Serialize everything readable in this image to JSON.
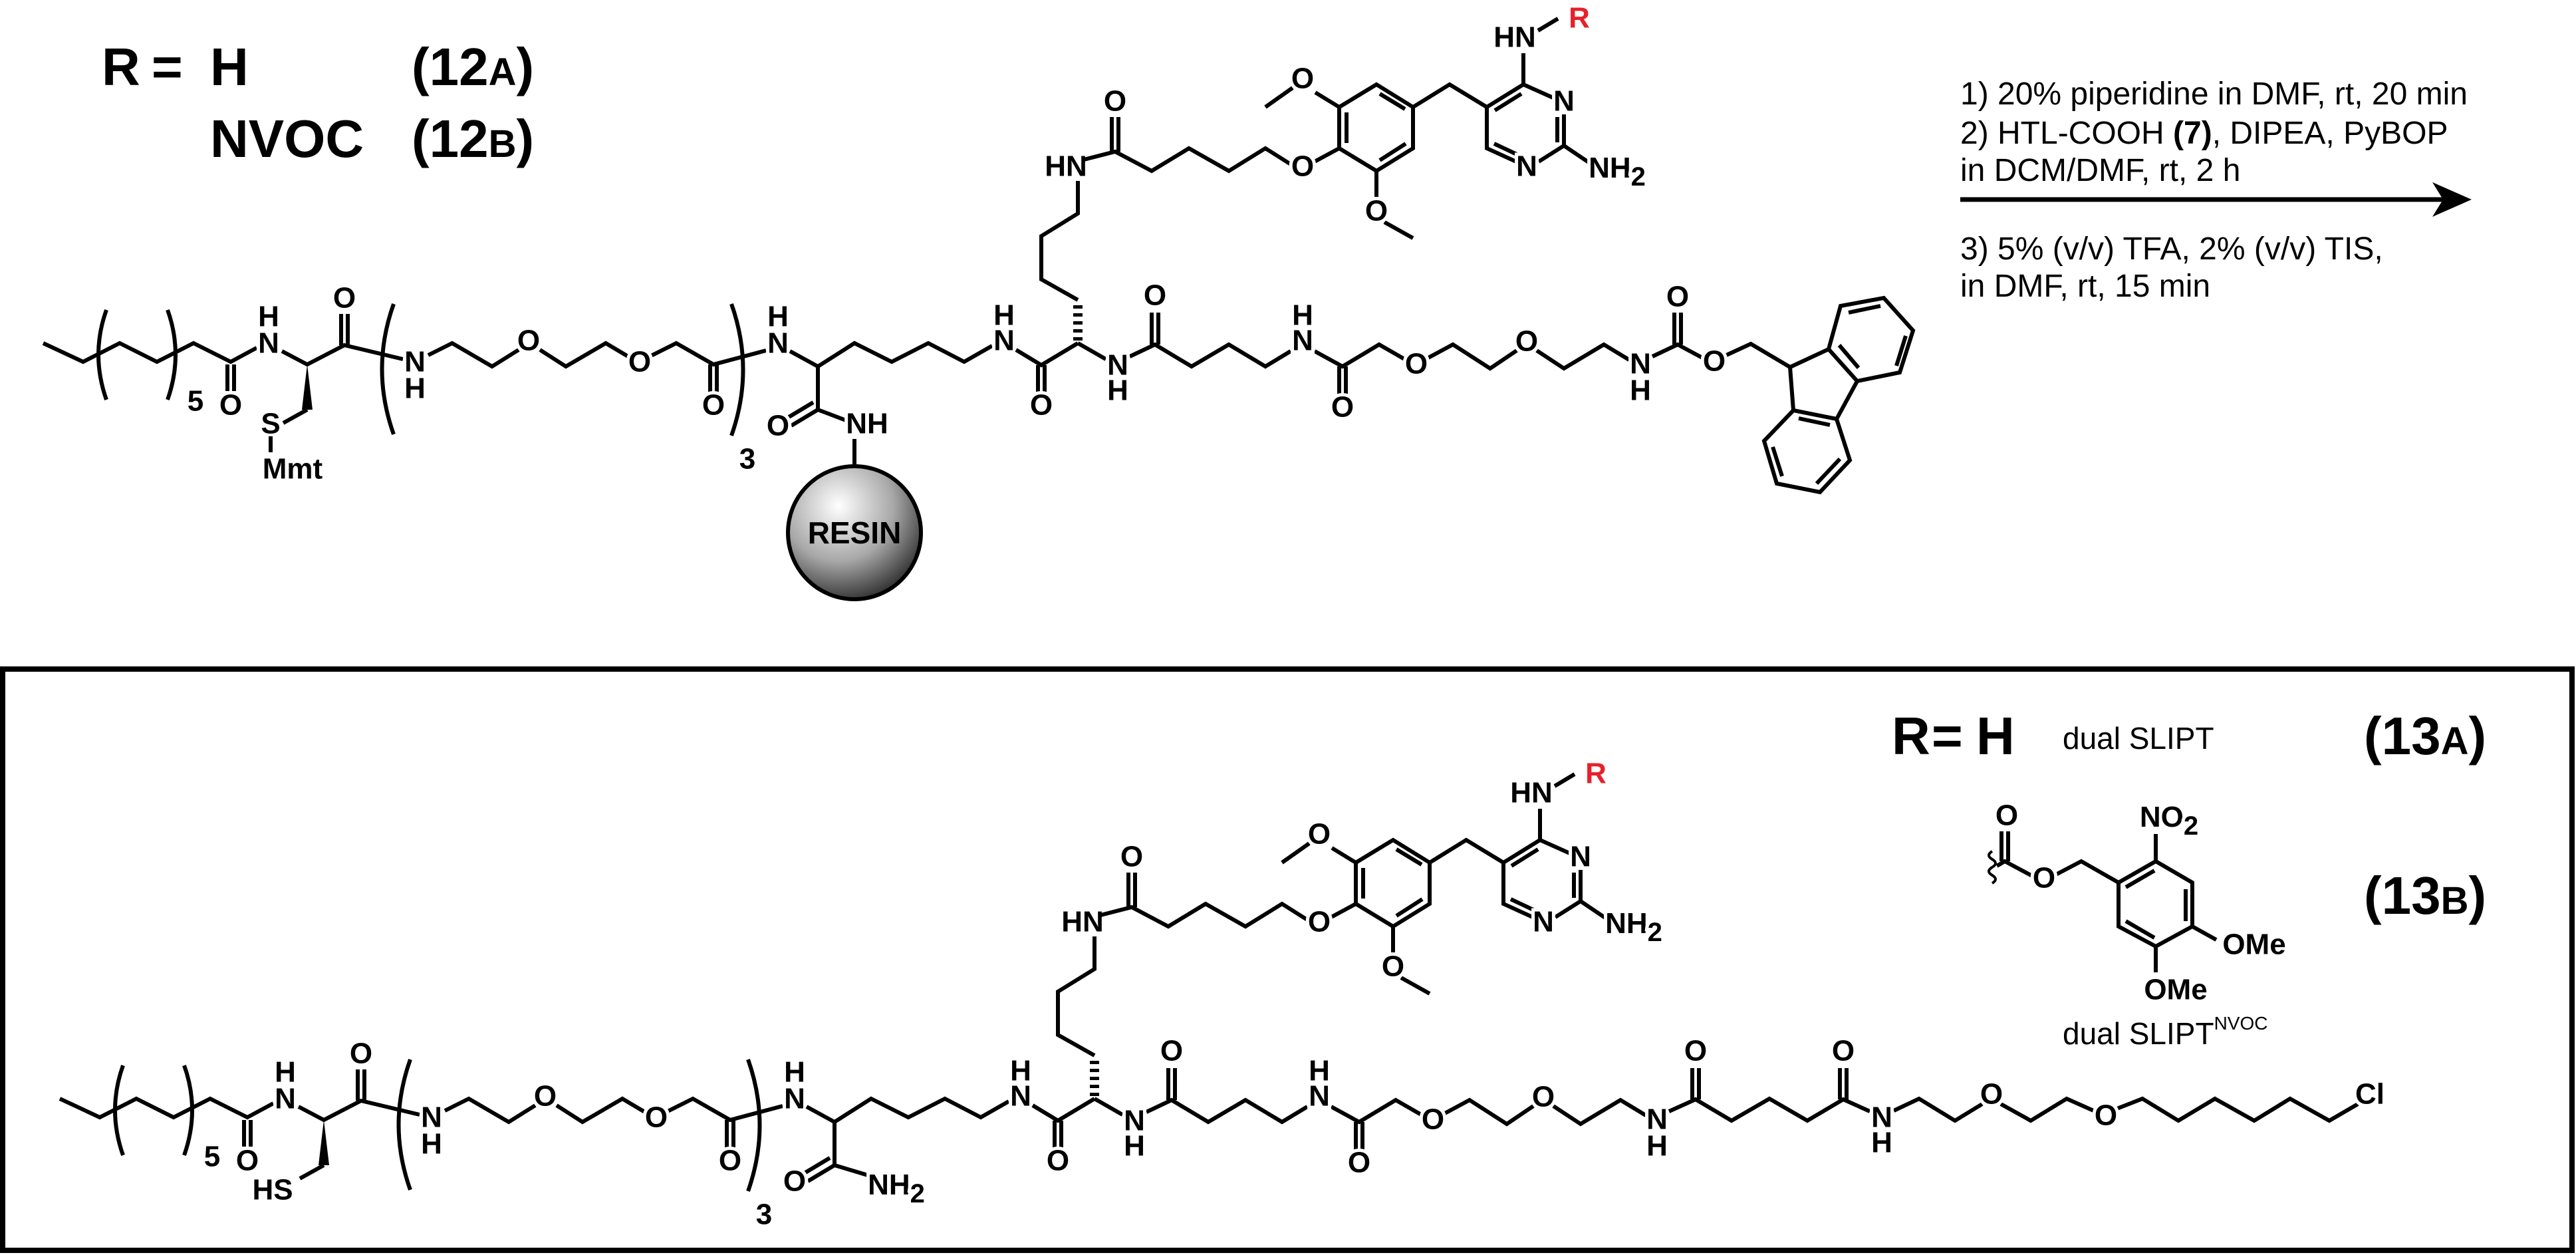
{
  "reactant": {
    "r_label": "R",
    "equals": "=",
    "options": [
      {
        "r": "H",
        "paren_open": "(",
        "id": "12",
        "variant": "A",
        "paren_close": ")"
      },
      {
        "r": "NVOC",
        "paren_open": "(",
        "id": "12",
        "variant": "B",
        "paren_close": ")"
      }
    ],
    "protecting_group": "Mmt",
    "support": "RESIN"
  },
  "conditions": {
    "line1": "1) 20% piperidine in DMF, rt, 20 min",
    "line2_a": "2) HTL-COOH ",
    "line2_ref": "(7)",
    "line2_b": ", DIPEA, PyBOP",
    "line3": "in DCM/DMF, rt, 2 h",
    "line4": "3) 5% (v/v) TFA, 2% (v/v) TIS,",
    "line5": "in DMF, rt, 15 min"
  },
  "product": {
    "r_label": "R",
    "equals": "=",
    "a": {
      "r": "H",
      "name": "dual SLIPT",
      "paren_open": "(",
      "id": "13",
      "variant": "A",
      "paren_close": ")"
    },
    "b": {
      "name": "dual SLIPT",
      "name_sup": "NVOC",
      "paren_open": "(",
      "id": "13",
      "variant": "B",
      "paren_close": ")"
    }
  },
  "atoms": {
    "O": "O",
    "N": "N",
    "H": "H",
    "HN": "HN",
    "NH": "NH",
    "NH2_main": "NH",
    "sub2": "2",
    "S": "S",
    "HS": "HS",
    "Cl": "Cl",
    "R": "R",
    "NO2_main": "NO",
    "OMe": "OMe",
    "repeat_5": "5",
    "repeat_3": "3"
  },
  "colors": {
    "r_group": "#e8202a",
    "ink": "#000000"
  }
}
